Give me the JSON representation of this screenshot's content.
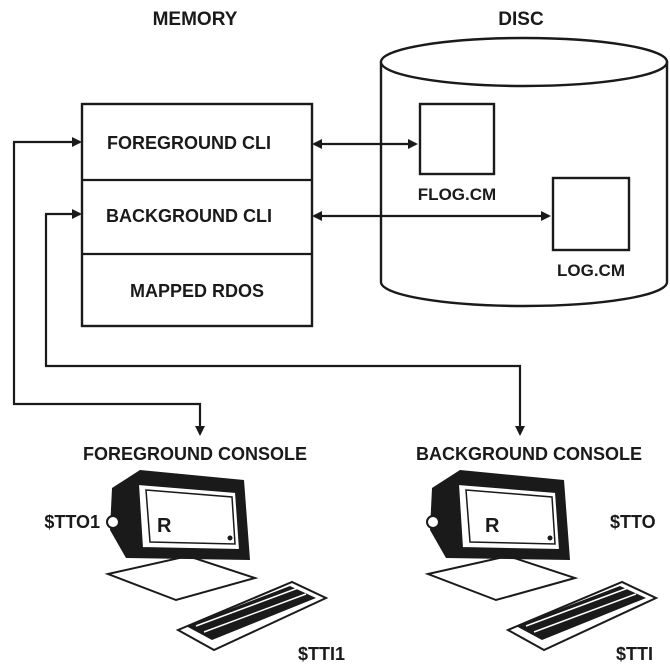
{
  "memory": {
    "heading": "MEMORY",
    "cells": [
      "FOREGROUND CLI",
      "BACKGROUND CLI",
      "MAPPED RDOS"
    ]
  },
  "disc": {
    "heading": "DISC",
    "files": [
      "FLOG.CM",
      "LOG.CM"
    ]
  },
  "consoles": [
    {
      "label": "FOREGROUND CONSOLE",
      "screen_letter": "R",
      "output_device": "$TTO1",
      "input_device": "$TTI1"
    },
    {
      "label": "BACKGROUND CONSOLE",
      "screen_letter": "R",
      "output_device": "$TTO",
      "input_device": "$TTI"
    }
  ],
  "colors": {
    "ink": "#1a1a1a",
    "paper": "#ffffff"
  }
}
